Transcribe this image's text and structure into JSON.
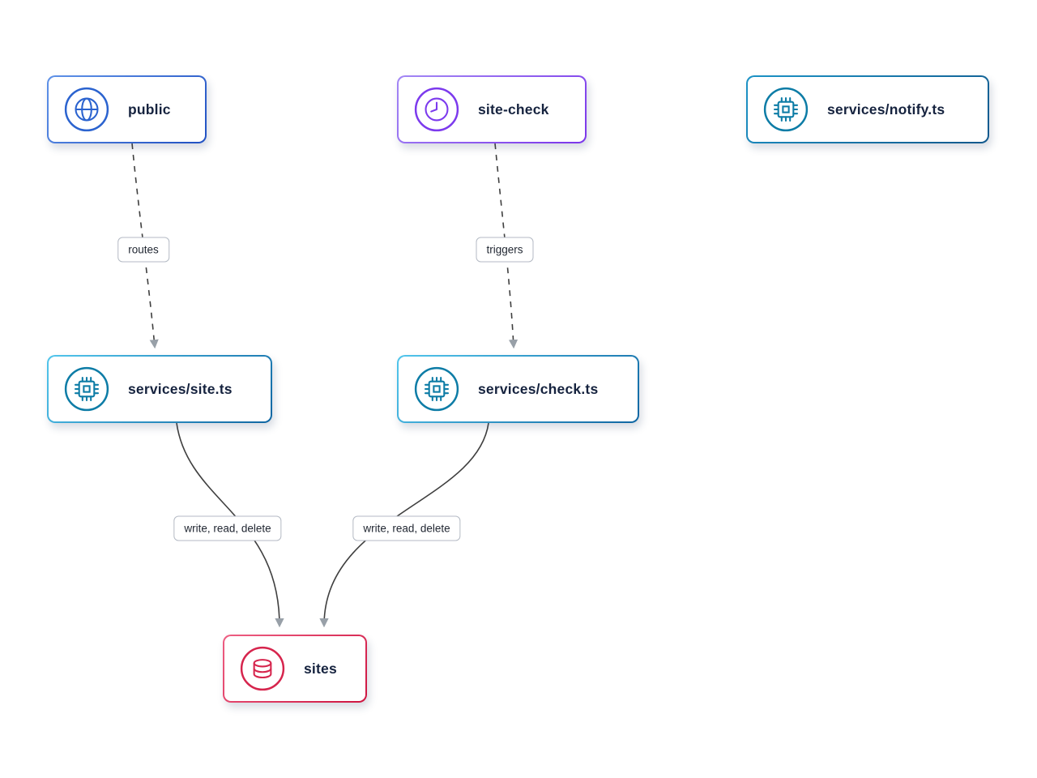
{
  "diagram": {
    "nodes": [
      {
        "id": "public",
        "label": "public",
        "icon": "globe-icon",
        "accent": "#2b63cf"
      },
      {
        "id": "site-check",
        "label": "site-check",
        "icon": "clock-icon",
        "accent": "#7c3aed"
      },
      {
        "id": "services-notify",
        "label": "services/notify.ts",
        "icon": "chip-icon",
        "accent": "#0d7ca6"
      },
      {
        "id": "services-site",
        "label": "services/site.ts",
        "icon": "chip-icon",
        "accent": "#0d7ca6"
      },
      {
        "id": "services-check",
        "label": "services/check.ts",
        "icon": "chip-icon",
        "accent": "#0d7ca6"
      },
      {
        "id": "sites",
        "label": "sites",
        "icon": "database-icon",
        "accent": "#d6254d"
      }
    ],
    "edges": [
      {
        "from": "public",
        "to": "services-site",
        "label": "routes",
        "style": "dashed"
      },
      {
        "from": "site-check",
        "to": "services-check",
        "label": "triggers",
        "style": "dashed"
      },
      {
        "from": "services-site",
        "to": "sites",
        "label": "write, read, delete",
        "style": "solid"
      },
      {
        "from": "services-check",
        "to": "sites",
        "label": "write, read, delete",
        "style": "solid"
      }
    ],
    "colors": {
      "edge_line": "#3f3f3f",
      "arrowhead": "#98a0a8",
      "label_border": "#b4bac4",
      "node_text": "#16233f"
    }
  }
}
